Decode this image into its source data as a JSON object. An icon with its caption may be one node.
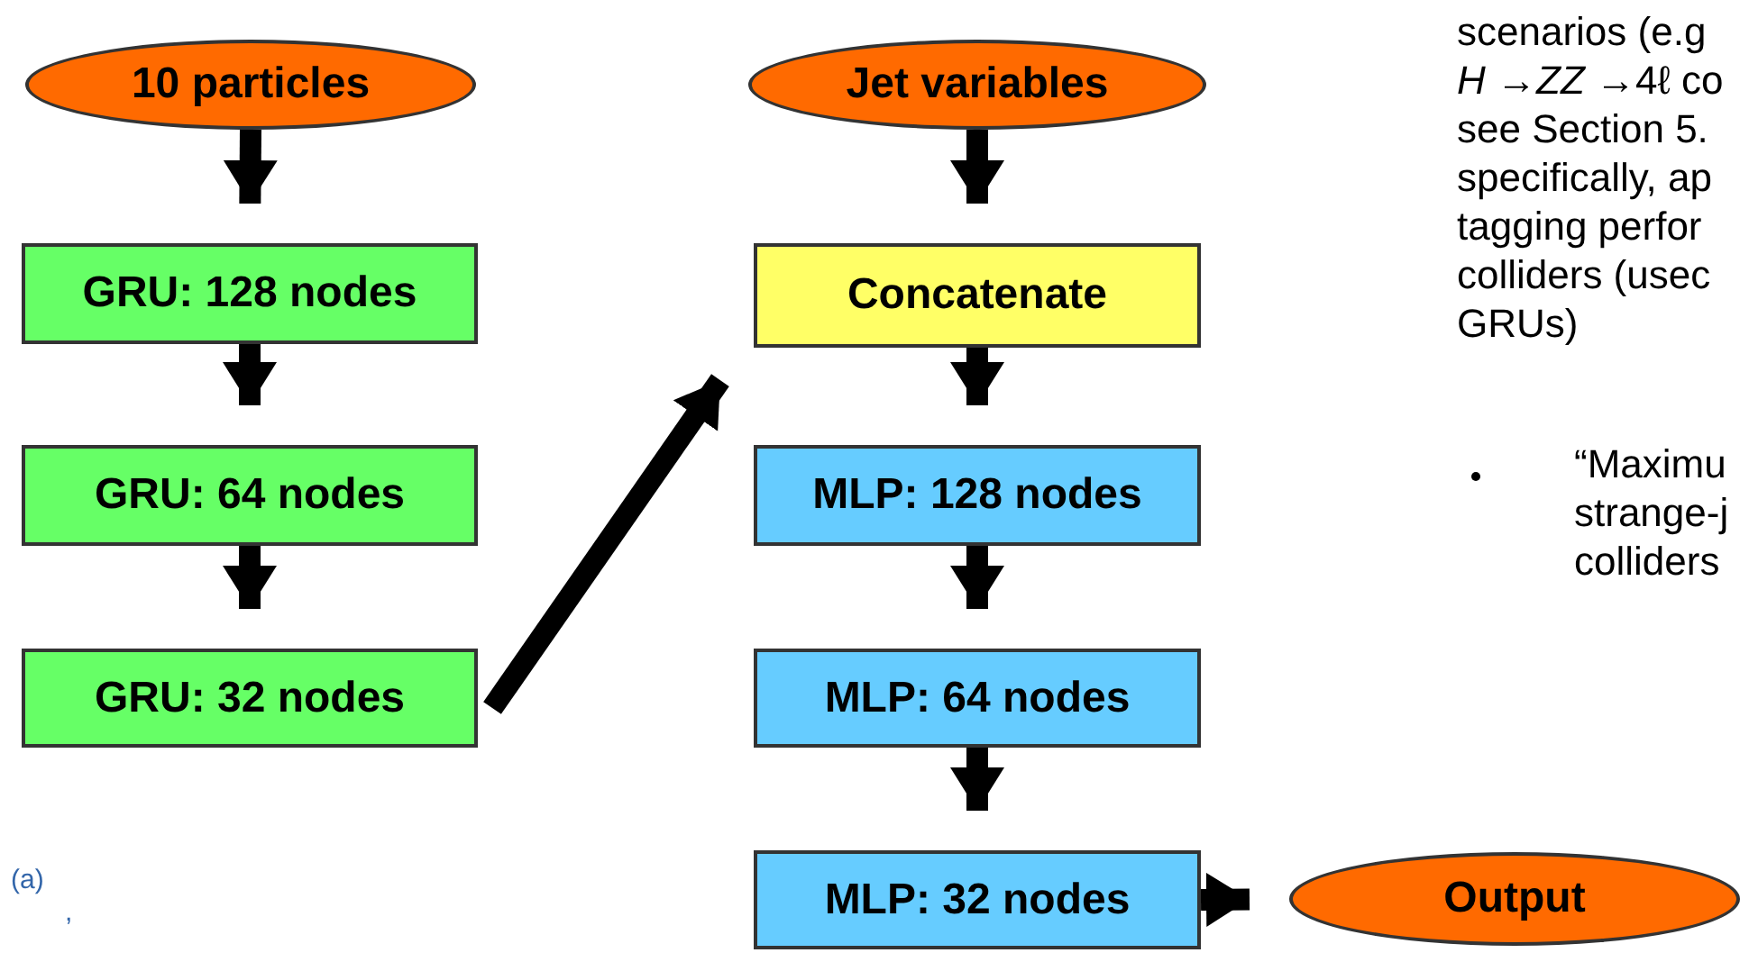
{
  "diagram": {
    "nodes": [
      {
        "text": [
          "10 particles"
        ]
      },
      {
        "text": [
          "GRU: 128 nodes"
        ]
      },
      {
        "text": [
          "GRU: 64 nodes"
        ]
      },
      {
        "text": [
          "GRU: 32 nodes"
        ]
      },
      {
        "text": [
          "Jet variables"
        ]
      },
      {
        "text": [
          "Concatenate"
        ]
      },
      {
        "text": [
          "MLP: 128 nodes"
        ]
      },
      {
        "text": [
          "MLP: 64 nodes"
        ]
      },
      {
        "text": [
          "MLP: 32 nodes"
        ]
      },
      {
        "text": [
          "Output"
        ]
      }
    ],
    "edges": [
      {
        "from": 0,
        "to": 1,
        "arrow": "to"
      },
      {
        "from": 1,
        "to": 2,
        "arrow": "to"
      },
      {
        "from": 2,
        "to": 3,
        "arrow": "to"
      },
      {
        "from": 3,
        "to": 5,
        "arrow": "to"
      },
      {
        "from": 4,
        "to": 5,
        "arrow": "to"
      },
      {
        "from": 5,
        "to": 6,
        "arrow": "to"
      },
      {
        "from": 6,
        "to": 7,
        "arrow": "to"
      },
      {
        "from": 7,
        "to": 8,
        "arrow": "to"
      },
      {
        "from": 8,
        "to": 9,
        "arrow": "to"
      }
    ],
    "labels": [
      "scenarios (e.g",
      "*H* →*ZZ* →4ℓ co",
      "see Section 5.",
      "specifically, ap",
      "tagging perfor",
      "colliders (usec",
      "GRUs)",
      "“Maximu",
      "strange-j",
      "colliders",
      "(a)",
      ","
    ]
  }
}
